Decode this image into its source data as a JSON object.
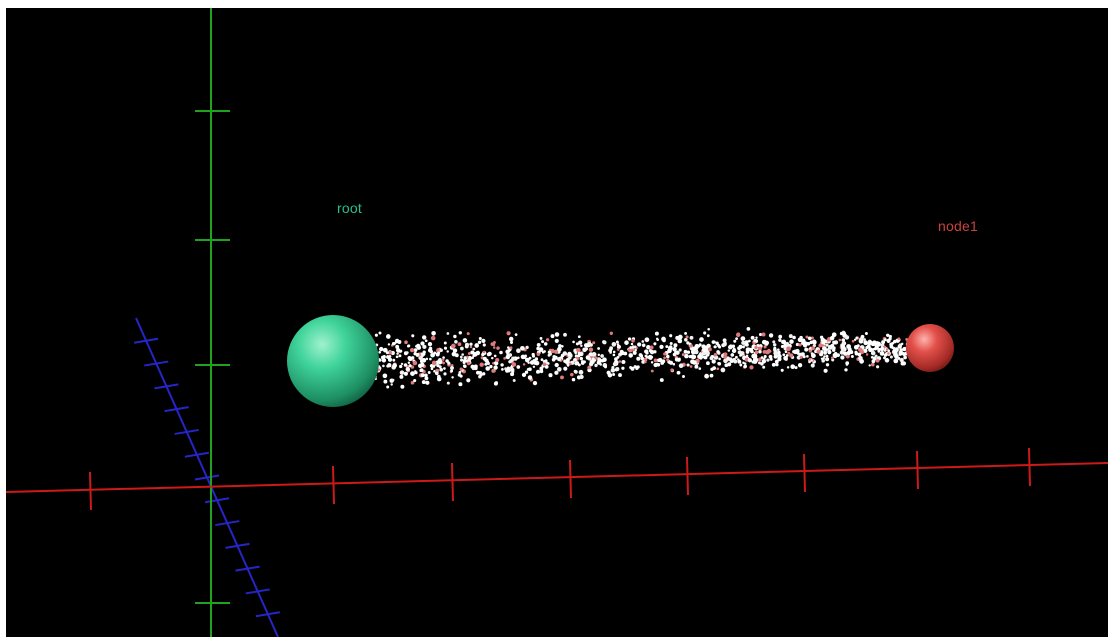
{
  "scene": {
    "background_color": "#000000",
    "axes": {
      "x_axis_color": "#cc1a1a",
      "y_axis_color": "#1fa31f",
      "z_axis_color": "#2626c8"
    },
    "nodes": [
      {
        "id": "root",
        "label": "root",
        "color": "#3ec990",
        "label_color": "#2bbf8a",
        "shape": "sphere"
      },
      {
        "id": "node1",
        "label": "node1",
        "color": "#d9443f",
        "label_color": "#c8433f",
        "shape": "sphere"
      }
    ],
    "edge": {
      "from": "root",
      "to": "node1",
      "particle_colors": [
        "#ffffff",
        "#f2f2f2",
        "#e07a7a"
      ]
    }
  }
}
